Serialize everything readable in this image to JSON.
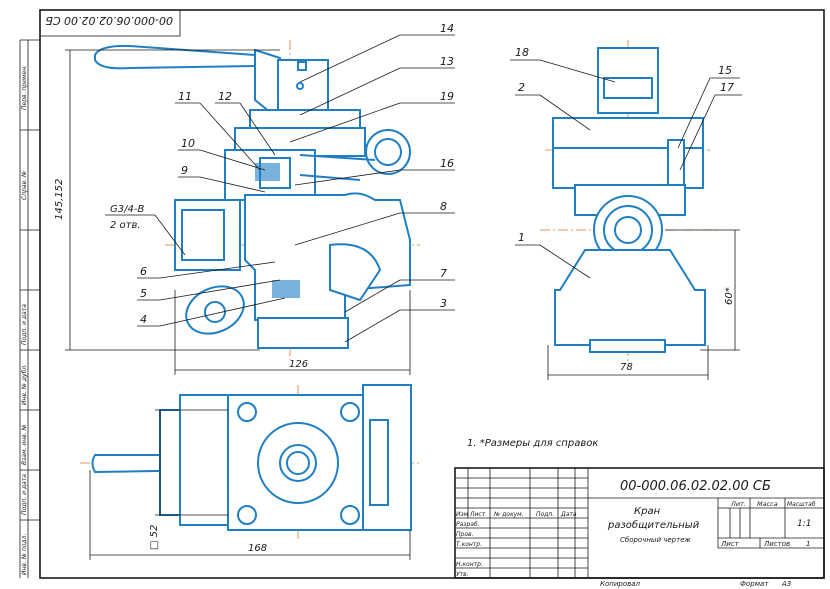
{
  "stamp": {
    "designation_rotated": "00-000.06.02.02.00 СБ",
    "designation": "00-000.06.02.02.00 СБ",
    "name_line1": "Кран",
    "name_line2": "разобщительный",
    "doc_type": "Сборочный чертеж",
    "headers": {
      "lit": "Лит.",
      "mass": "Масса",
      "scale": "Масштаб"
    },
    "scale": "1:1",
    "sheet_label": "Лист",
    "sheets_label": "Листов",
    "sheets_value": "1",
    "rev_cols": [
      "Изм",
      "Лист",
      "№ докум.",
      "Подп.",
      "Дата"
    ],
    "roles": [
      "Разраб.",
      "Пров.",
      "Т.контр.",
      "Н.контр.",
      "Утв."
    ],
    "copied": "Копировал",
    "format": "Формат",
    "format_value": "A3"
  },
  "side_strip": [
    "Перв. примен.",
    "Справ. №",
    "Подп. и дата",
    "Инв. № дубл.",
    "Взам. инв. №",
    "Подп. и дата",
    "Инв. № подл."
  ],
  "note": "1. *Размеры для справок",
  "callouts": [
    "14",
    "13",
    "19",
    "16",
    "8",
    "7",
    "3",
    "11",
    "12",
    "10",
    "9",
    "6",
    "5",
    "4",
    "18",
    "2",
    "15",
    "17",
    "1"
  ],
  "dimensions": {
    "height_left": "145,152",
    "thread": "G3/4-B",
    "thread_note": "2 отв.",
    "width_front": "126",
    "width_side": "78",
    "height_side": "60*",
    "width_top": "168",
    "square": "□ 52"
  },
  "colors": {
    "outline": "#1f7fc4",
    "axis": "#e0762a",
    "frame": "#1a1a1a"
  }
}
